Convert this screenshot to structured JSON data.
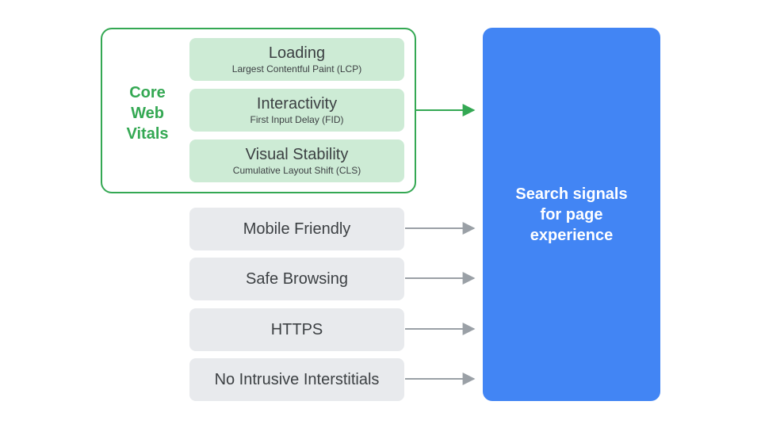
{
  "colors": {
    "core_web_vitals": "#34a853",
    "metric_fill": "#cdebd5",
    "signal_fill": "#e8eaed",
    "target_fill": "#4285f4",
    "arrow_gray": "#9aa0a6"
  },
  "core_web_vitals": {
    "label_lines": [
      "Core",
      "Web",
      "Vitals"
    ],
    "metrics": [
      {
        "title": "Loading",
        "subtitle": "Largest Contentful Paint (LCP)"
      },
      {
        "title": "Interactivity",
        "subtitle": "First Input Delay (FID)"
      },
      {
        "title": "Visual Stability",
        "subtitle": "Cumulative Layout Shift (CLS)"
      }
    ]
  },
  "other_signals": [
    {
      "title": "Mobile Friendly"
    },
    {
      "title": "Safe Browsing"
    },
    {
      "title": "HTTPS"
    },
    {
      "title": "No Intrusive Interstitials"
    }
  ],
  "target": {
    "label": "Search signals for page experience"
  }
}
